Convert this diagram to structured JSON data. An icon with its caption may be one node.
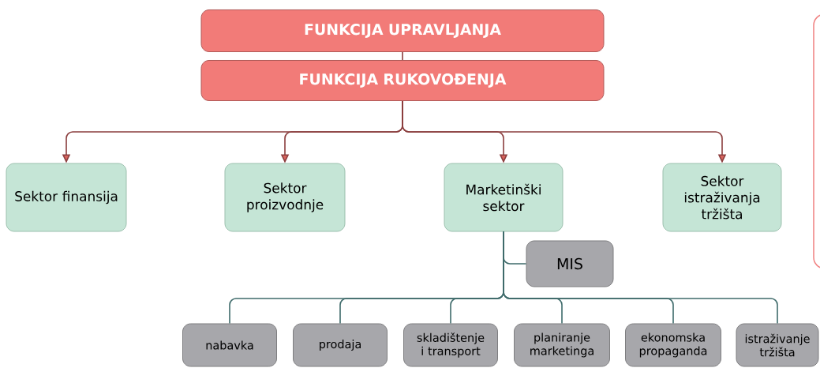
{
  "diagram": {
    "nodes": [
      {
        "text": [
          "FUNKCIJA UPRAVLJANJA"
        ]
      },
      {
        "text": [
          "FUNKCIJA RUKOVOĐENJA"
        ]
      },
      {
        "text": [
          "Sektor finansija"
        ]
      },
      {
        "text": [
          "Sektor proizvodnje"
        ]
      },
      {
        "text": [
          "Marketinški sektor"
        ]
      },
      {
        "text": [
          "Sektor istraživanja tržišta"
        ]
      },
      {
        "text": [
          "MIS"
        ]
      },
      {
        "text": [
          "nabavka"
        ]
      },
      {
        "text": [
          "prodaja"
        ]
      },
      {
        "text": [
          "skladištenje i transport"
        ]
      },
      {
        "text": [
          "planiranje marketinga"
        ]
      },
      {
        "text": [
          "ekonomska propaganda"
        ]
      },
      {
        "text": [
          "istraživanje tržišta"
        ]
      }
    ],
    "edges": [
      {
        "from": 0,
        "to": 1,
        "arrow": "none",
        "color": "#8b3e3e"
      },
      {
        "from": 1,
        "to": 2,
        "arrow": "to",
        "color": "#8b3e3e"
      },
      {
        "from": 1,
        "to": 3,
        "arrow": "to",
        "color": "#8b3e3e"
      },
      {
        "from": 1,
        "to": 4,
        "arrow": "to",
        "color": "#8b3e3e"
      },
      {
        "from": 1,
        "to": 5,
        "arrow": "to",
        "color": "#8b3e3e"
      },
      {
        "from": 4,
        "to": 6,
        "arrow": "none"
      },
      {
        "from": 4,
        "to": 7,
        "arrow": "none"
      },
      {
        "from": 4,
        "to": 8,
        "arrow": "none"
      },
      {
        "from": 4,
        "to": 9,
        "arrow": "none"
      },
      {
        "from": 4,
        "to": 10,
        "arrow": "none"
      },
      {
        "from": 4,
        "to": 11,
        "arrow": "none"
      },
      {
        "from": 4,
        "to": 12,
        "arrow": "none"
      }
    ]
  }
}
